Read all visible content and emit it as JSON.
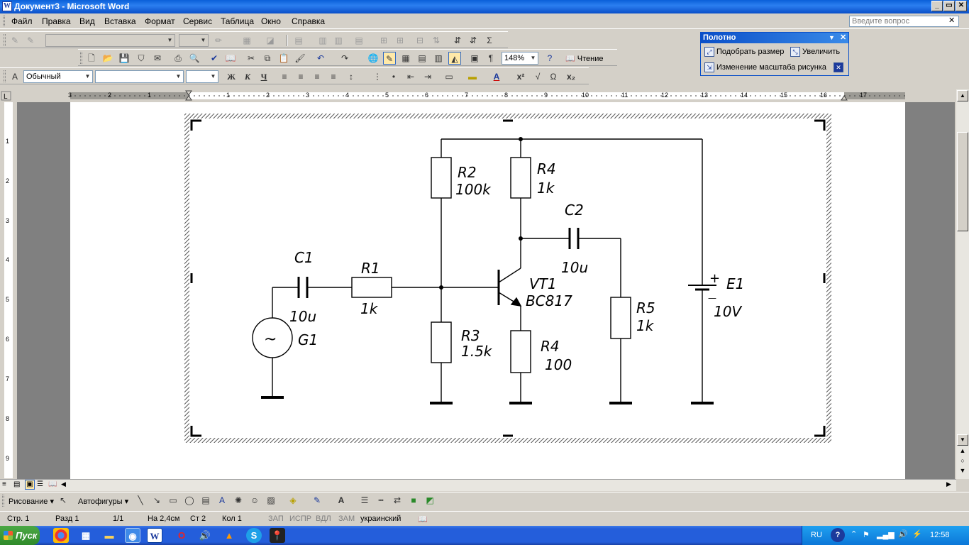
{
  "window": {
    "title": "Документ3 - Microsoft Word",
    "min_label": "_",
    "max_label": "▭",
    "close_label": "✕",
    "doc_close_label": "✕"
  },
  "menu": {
    "items": [
      "Файл",
      "Правка",
      "Вид",
      "Вставка",
      "Формат",
      "Сервис",
      "Таблица",
      "Окно",
      "Справка"
    ],
    "help_placeholder": "Введите вопрос"
  },
  "toolbar_standard": {
    "zoom": "148%",
    "reading_label": "Чтение"
  },
  "toolbar_format": {
    "style": "Обычный",
    "font": "",
    "size": ""
  },
  "canvas_panel": {
    "title": "Полотно",
    "fit_label": "Подобрать размер",
    "expand_label": "Увеличить",
    "scale_label": "Изменение масштаба рисунка"
  },
  "ruler": {
    "h_numbers": [
      "3",
      "2",
      "1",
      "1",
      "2",
      "3",
      "4",
      "5",
      "6",
      "7",
      "8",
      "9",
      "10",
      "11",
      "12",
      "13",
      "14",
      "15",
      "16",
      "17"
    ],
    "v_numbers": [
      "1",
      "2",
      "3",
      "4",
      "5",
      "6",
      "7",
      "8",
      "9"
    ]
  },
  "schematic": {
    "labels": {
      "r2_name": "R2",
      "r2_value": "100k",
      "r4_top_name": "R4",
      "r4_top_value": "1k",
      "c2_name": "C2",
      "c2_value": "10u",
      "c1_name": "C1",
      "c1_value": "10u",
      "r1_name": "R1",
      "r1_value": "1k",
      "vt1_name": "VT1",
      "vt1_value": "BC817",
      "e1_name": "E1",
      "e1_value": "10V",
      "e1_plus": "+",
      "e1_minus": "—",
      "r5_name": "R5",
      "r5_value": "1k",
      "r3_name": "R3",
      "r3_value": "1.5k",
      "r4_bot_name": "R4",
      "r4_bot_value": "100",
      "g1_name": "G1",
      "g1_symbol": "~"
    }
  },
  "drawing_toolbar": {
    "draw_label": "Рисование ▾",
    "autoshapes_label": "Автофигуры ▾"
  },
  "status": {
    "page": "Стр. 1",
    "section": "Разд 1",
    "pages": "1/1",
    "at": "На 2,4см",
    "line": "Ст 2",
    "col": "Кол 1",
    "rec": "ЗАП",
    "trk": "ИСПР",
    "ext": "ВДЛ",
    "ovr": "ЗАМ",
    "lang": "украинский"
  },
  "taskbar": {
    "start_label": "Пуск",
    "lang": "RU",
    "clock": "12:58"
  }
}
